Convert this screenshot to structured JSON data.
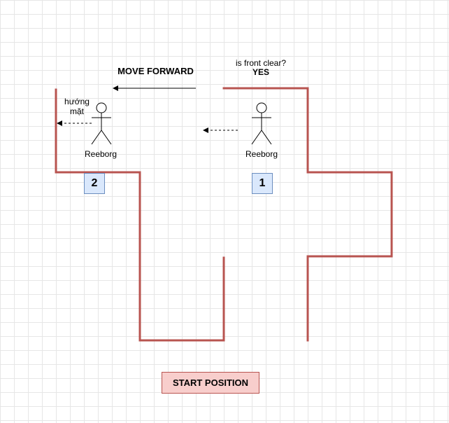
{
  "labels": {
    "move_forward": "MOVE FORWARD",
    "question_line1": "is front clear?",
    "question_line2": "YES",
    "facing_line1": "hướng",
    "facing_line2": "mặt",
    "robot1_name": "Reeborg",
    "robot2_name": "Reeborg",
    "step1": "1",
    "step2": "2",
    "start": "START POSITION"
  },
  "colors": {
    "wall": "#b85450",
    "step_fill": "#dae8fc",
    "step_border": "#6c8ebf",
    "start_fill": "#f8cecc",
    "start_border": "#b85450",
    "grid": "#e6e6e6"
  }
}
